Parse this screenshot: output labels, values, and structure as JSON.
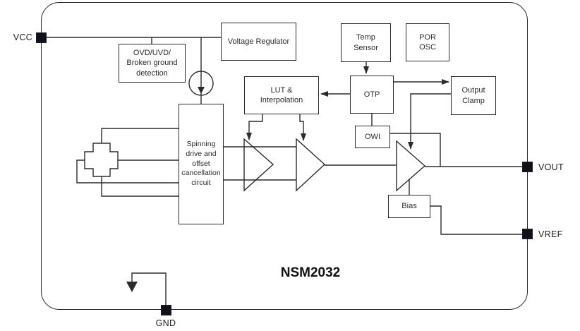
{
  "chip": {
    "name": "NSM2032"
  },
  "pins": {
    "vcc": {
      "label": "VCC"
    },
    "gnd": {
      "label": "GND"
    },
    "vout": {
      "label": "VOUT"
    },
    "vref": {
      "label": "VREF"
    }
  },
  "blocks": {
    "ovd": {
      "label": "OVD/UVD/\nBroken ground\ndetection"
    },
    "voltage_regulator": {
      "label": "Voltage Regulator"
    },
    "temp_sensor": {
      "label": "Temp\nSensor"
    },
    "por_osc": {
      "label": "POR\nOSC"
    },
    "lut": {
      "label": "LUT &\nInterpolation"
    },
    "otp": {
      "label": "OTP"
    },
    "owi": {
      "label": "OWI"
    },
    "output_clamp": {
      "label": "Output\nClamp"
    },
    "spinning": {
      "label": "Spinning\ndrive and\noffset\ncancellation\ncircuit"
    },
    "bias": {
      "label": "Bias"
    }
  },
  "symbols": {
    "hall_element": "hall-plate-cross",
    "current_source": "current-source-circle",
    "amplifier_1": "amp-triangle",
    "amplifier_2": "amp-triangle",
    "output_amplifier": "amp-triangle",
    "ground": "ground-arrow"
  },
  "colors": {
    "line": "#2b2b2b",
    "pin_fill": "#101018",
    "background": "#ffffff",
    "box_fill": "#ffffff"
  }
}
